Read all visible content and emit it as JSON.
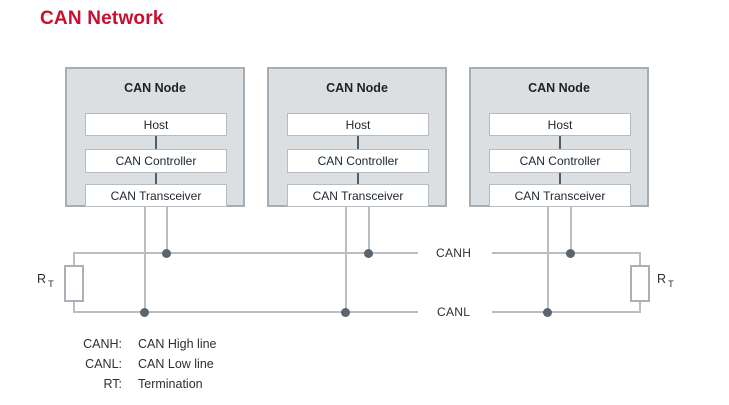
{
  "title": "CAN Network",
  "nodes": [
    {
      "label": "CAN Node",
      "components": [
        "Host",
        "CAN Controller",
        "CAN Transceiver"
      ]
    },
    {
      "label": "CAN Node",
      "components": [
        "Host",
        "CAN Controller",
        "CAN Transceiver"
      ]
    },
    {
      "label": "CAN Node",
      "components": [
        "Host",
        "CAN Controller",
        "CAN Transceiver"
      ]
    }
  ],
  "bus": {
    "canh_label": "CANH",
    "canl_label": "CANL"
  },
  "termination": {
    "symbol": "R",
    "subscript": "T"
  },
  "legend": {
    "rows": [
      {
        "term": "CANH:",
        "definition": "CAN High line"
      },
      {
        "term": "CANL:",
        "definition": "CAN Low line"
      },
      {
        "term": "RT:",
        "definition": "Termination"
      }
    ]
  },
  "colors": {
    "accent": "#c8102e",
    "node_fill": "#dbdfe2",
    "node_border": "#a6adb3",
    "component_border": "#b6bcc1",
    "bus_line": "#b9bec2",
    "junction_dot": "#5c656d",
    "text": "#23282c"
  }
}
